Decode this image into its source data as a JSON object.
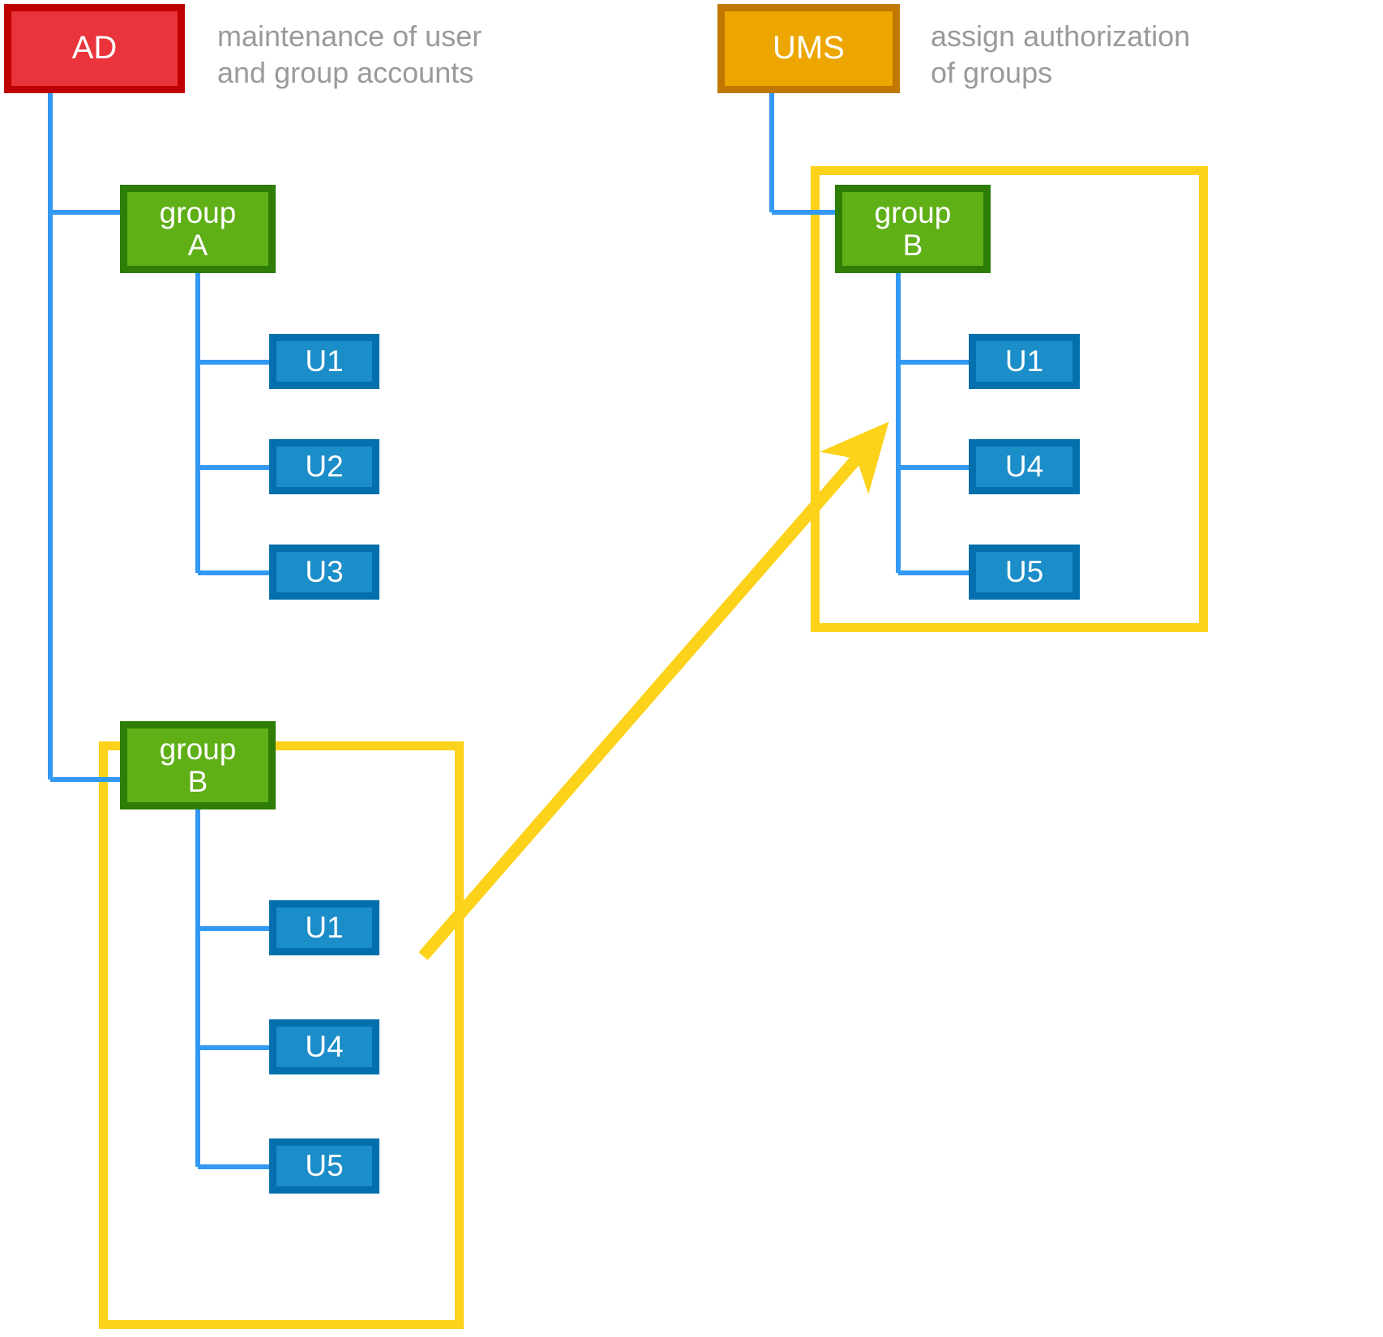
{
  "diagram": {
    "title": "AD and UMS group authorization diagram",
    "colors": {
      "ad_fill": "#E8343A",
      "ad_border": "#BE0000",
      "ums_fill": "#EDA600",
      "ums_border": "#C07800",
      "group_fill": "#5FAF16",
      "group_border": "#2E7D07",
      "user_fill": "#1B8DC8",
      "user_border": "#0370AD",
      "wire": "#3399F3",
      "highlight": "#FCD21A",
      "caption_text": "#9a9a9a"
    }
  },
  "left": {
    "root": {
      "label": "AD",
      "caption": "maintenance of user\nand group accounts"
    },
    "group_a": {
      "label": "group\nA",
      "members": [
        {
          "label": "U1"
        },
        {
          "label": "U2"
        },
        {
          "label": "U3"
        }
      ]
    },
    "group_b": {
      "label": "group\nB",
      "members": [
        {
          "label": "U1"
        },
        {
          "label": "U4"
        },
        {
          "label": "U5"
        }
      ]
    }
  },
  "right": {
    "root": {
      "label": "UMS",
      "caption": "assign authorization\nof groups"
    },
    "group_b": {
      "label": "group\nB",
      "members": [
        {
          "label": "U1"
        },
        {
          "label": "U4"
        },
        {
          "label": "U5"
        }
      ]
    }
  }
}
